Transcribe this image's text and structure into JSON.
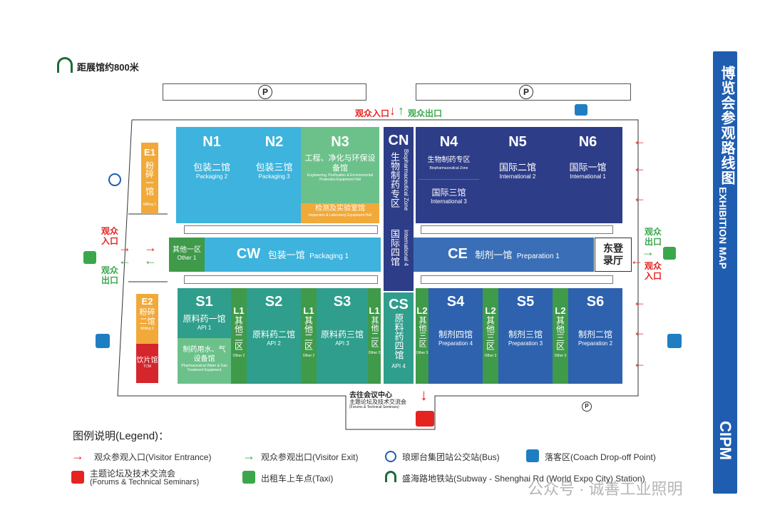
{
  "distance_note": "距展馆约800米",
  "title_vertical_cn": "博览会参观路线图",
  "title_vertical_en": "EXHIBITION MAP",
  "brand_vertical": "CIPM",
  "parking": "P",
  "entrances": {
    "visitor_entrance": "观众入口",
    "visitor_exit": "观众出口"
  },
  "halls": {
    "N1": {
      "code": "N1",
      "cn": "包装二馆",
      "en": "Packaging 2"
    },
    "N2": {
      "code": "N2",
      "cn": "包装三馆",
      "en": "Packaging 3"
    },
    "N3": {
      "code": "N3",
      "cn": "工程、净化与环保设备馆",
      "en": "Engineering, Purification & Environmental Protection Equipment Hall",
      "sub_cn": "检测及实验室馆",
      "sub_en": "Inspection & Laboratory Equipment Hall"
    },
    "CN": {
      "code": "CN",
      "cn": "生物制药专区",
      "en": "Biopharmaceutical Zone"
    },
    "N4": {
      "code": "N4",
      "cn": "生物制药专区",
      "en": "Biopharmaceutical Zone",
      "sub_cn": "国际三馆",
      "sub_en": "International 3"
    },
    "N5": {
      "code": "N5",
      "cn": "国际二馆",
      "en": "International 2"
    },
    "N6": {
      "code": "N6",
      "cn": "国际一馆",
      "en": "International 1"
    },
    "E1": {
      "code": "E1",
      "cn": "粉碎一馆",
      "en": "Milling 1"
    },
    "E2": {
      "code": "E2",
      "cn": "粉碎二馆",
      "en": "Milling 2"
    },
    "TCM": {
      "cn": "饮片馆",
      "en": "TCM"
    },
    "Other1": {
      "cn": "其他一区",
      "en": "Other 1"
    },
    "CW": {
      "code": "CW",
      "cn": "包装一馆",
      "en": "Packaging 1"
    },
    "International4": {
      "cn": "国际四馆",
      "en": "International 4"
    },
    "CE": {
      "code": "CE",
      "cn": "制剂一馆",
      "en": "Preparation 1"
    },
    "EastHall": {
      "cn": "东登录厅"
    },
    "S1": {
      "code": "S1",
      "cn": "原料药一馆",
      "en": "API 1",
      "sub_cn": "制药用水、气设备馆",
      "sub_en": "Pharmaceutical Water & Gas Treatment Equipment"
    },
    "S2": {
      "code": "S2",
      "cn": "原料药二馆",
      "en": "API 2"
    },
    "S3": {
      "code": "S3",
      "cn": "原料药三馆",
      "en": "API 3"
    },
    "CS": {
      "code": "CS",
      "cn": "原料药四馆",
      "en": "API 4"
    },
    "S4": {
      "code": "S4",
      "cn": "制剂四馆",
      "en": "Preparation 4"
    },
    "S5": {
      "code": "S5",
      "cn": "制剂三馆",
      "en": "Preparation 3"
    },
    "S6": {
      "code": "S6",
      "cn": "制剂二馆",
      "en": "Preparation 2"
    },
    "L1a": {
      "code": "L1",
      "cn": "其他二区",
      "en": "Other 2"
    },
    "L1b": {
      "code": "L1",
      "cn": "其他二区",
      "en": "Other 2"
    },
    "L1c": {
      "code": "L1",
      "cn": "其他二区",
      "en": "Other 2"
    },
    "L2a": {
      "code": "L2",
      "cn": "其他三区",
      "en": "Other 3"
    },
    "L2b": {
      "code": "L2",
      "cn": "其他三区",
      "en": "Other 3"
    },
    "L2c": {
      "code": "L2",
      "cn": "其他三区",
      "en": "Other 3"
    }
  },
  "conference": {
    "line1": "去往会议中心",
    "line2": "主题论坛及技术交流会",
    "line3": "(Forums & Technical Seminars)"
  },
  "legend": {
    "title": "图例说明(Legend)：",
    "entrance": "观众参观入口(Visitor Entrance)",
    "exit": "观众参观出口(Visitor Exit)",
    "bus": "琅琊台集团站公交站(Bus)",
    "coach": "落客区(Coach Drop-off Point)",
    "forum_cn": "主题论坛及技术交流会",
    "forum_en": "(Forums & Technical Seminars)",
    "taxi": "出租车上车点(Taxi)",
    "subway": "盛海路地铁站(Subway - Shenghai Rd (World Expo City) Station)"
  },
  "watermark": "公众号 · 诚善工业照明",
  "colors": {
    "sky": "#3db3dd",
    "mint": "#6cc18a",
    "orange": "#f1a93a",
    "navy": "#2e3d88",
    "blue": "#3a6fb7",
    "teal": "#2f9e8c",
    "green": "#3f9a4a",
    "red": "#e52421",
    "banner": "#1f5db0"
  }
}
